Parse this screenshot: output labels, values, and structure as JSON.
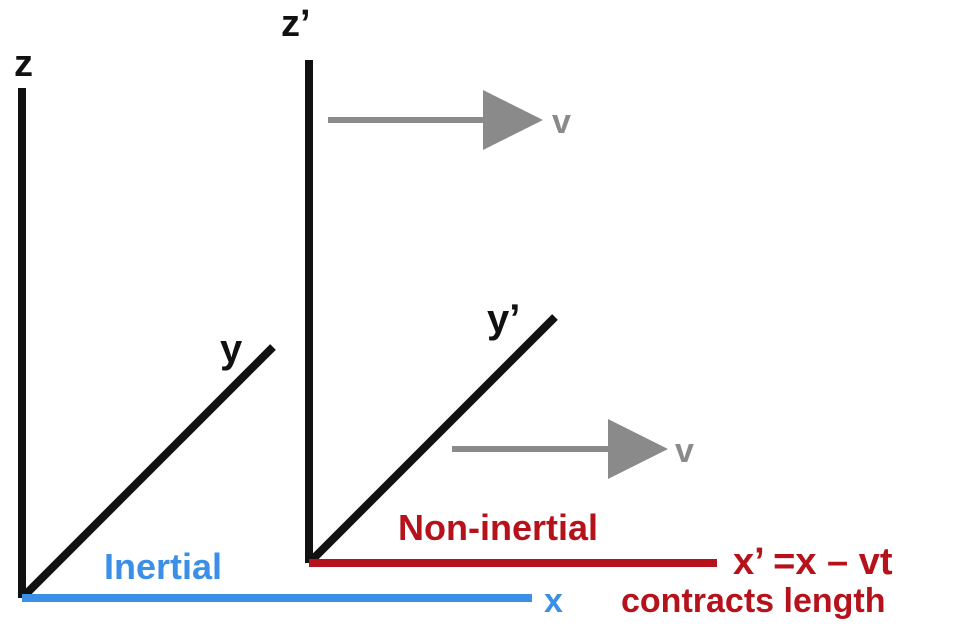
{
  "title_partial": "",
  "frames": {
    "inertial": {
      "axis_z_label": "z",
      "axis_y_label": "y",
      "axis_x_label": "x",
      "frame_label": "Inertial"
    },
    "non_inertial": {
      "axis_z_label": "z’",
      "axis_y_label": "y’",
      "frame_label": "Non-inertial",
      "transform_label": "x’ =x – vt",
      "note_label": "contracts length"
    }
  },
  "velocity": {
    "top_label": "v",
    "mid_label": "v"
  },
  "colors": {
    "axis_black": "#111111",
    "inertial_blue": "#3b8fe6",
    "non_inertial_red": "#b5121b",
    "arrow_gray": "#8a8a8a"
  }
}
